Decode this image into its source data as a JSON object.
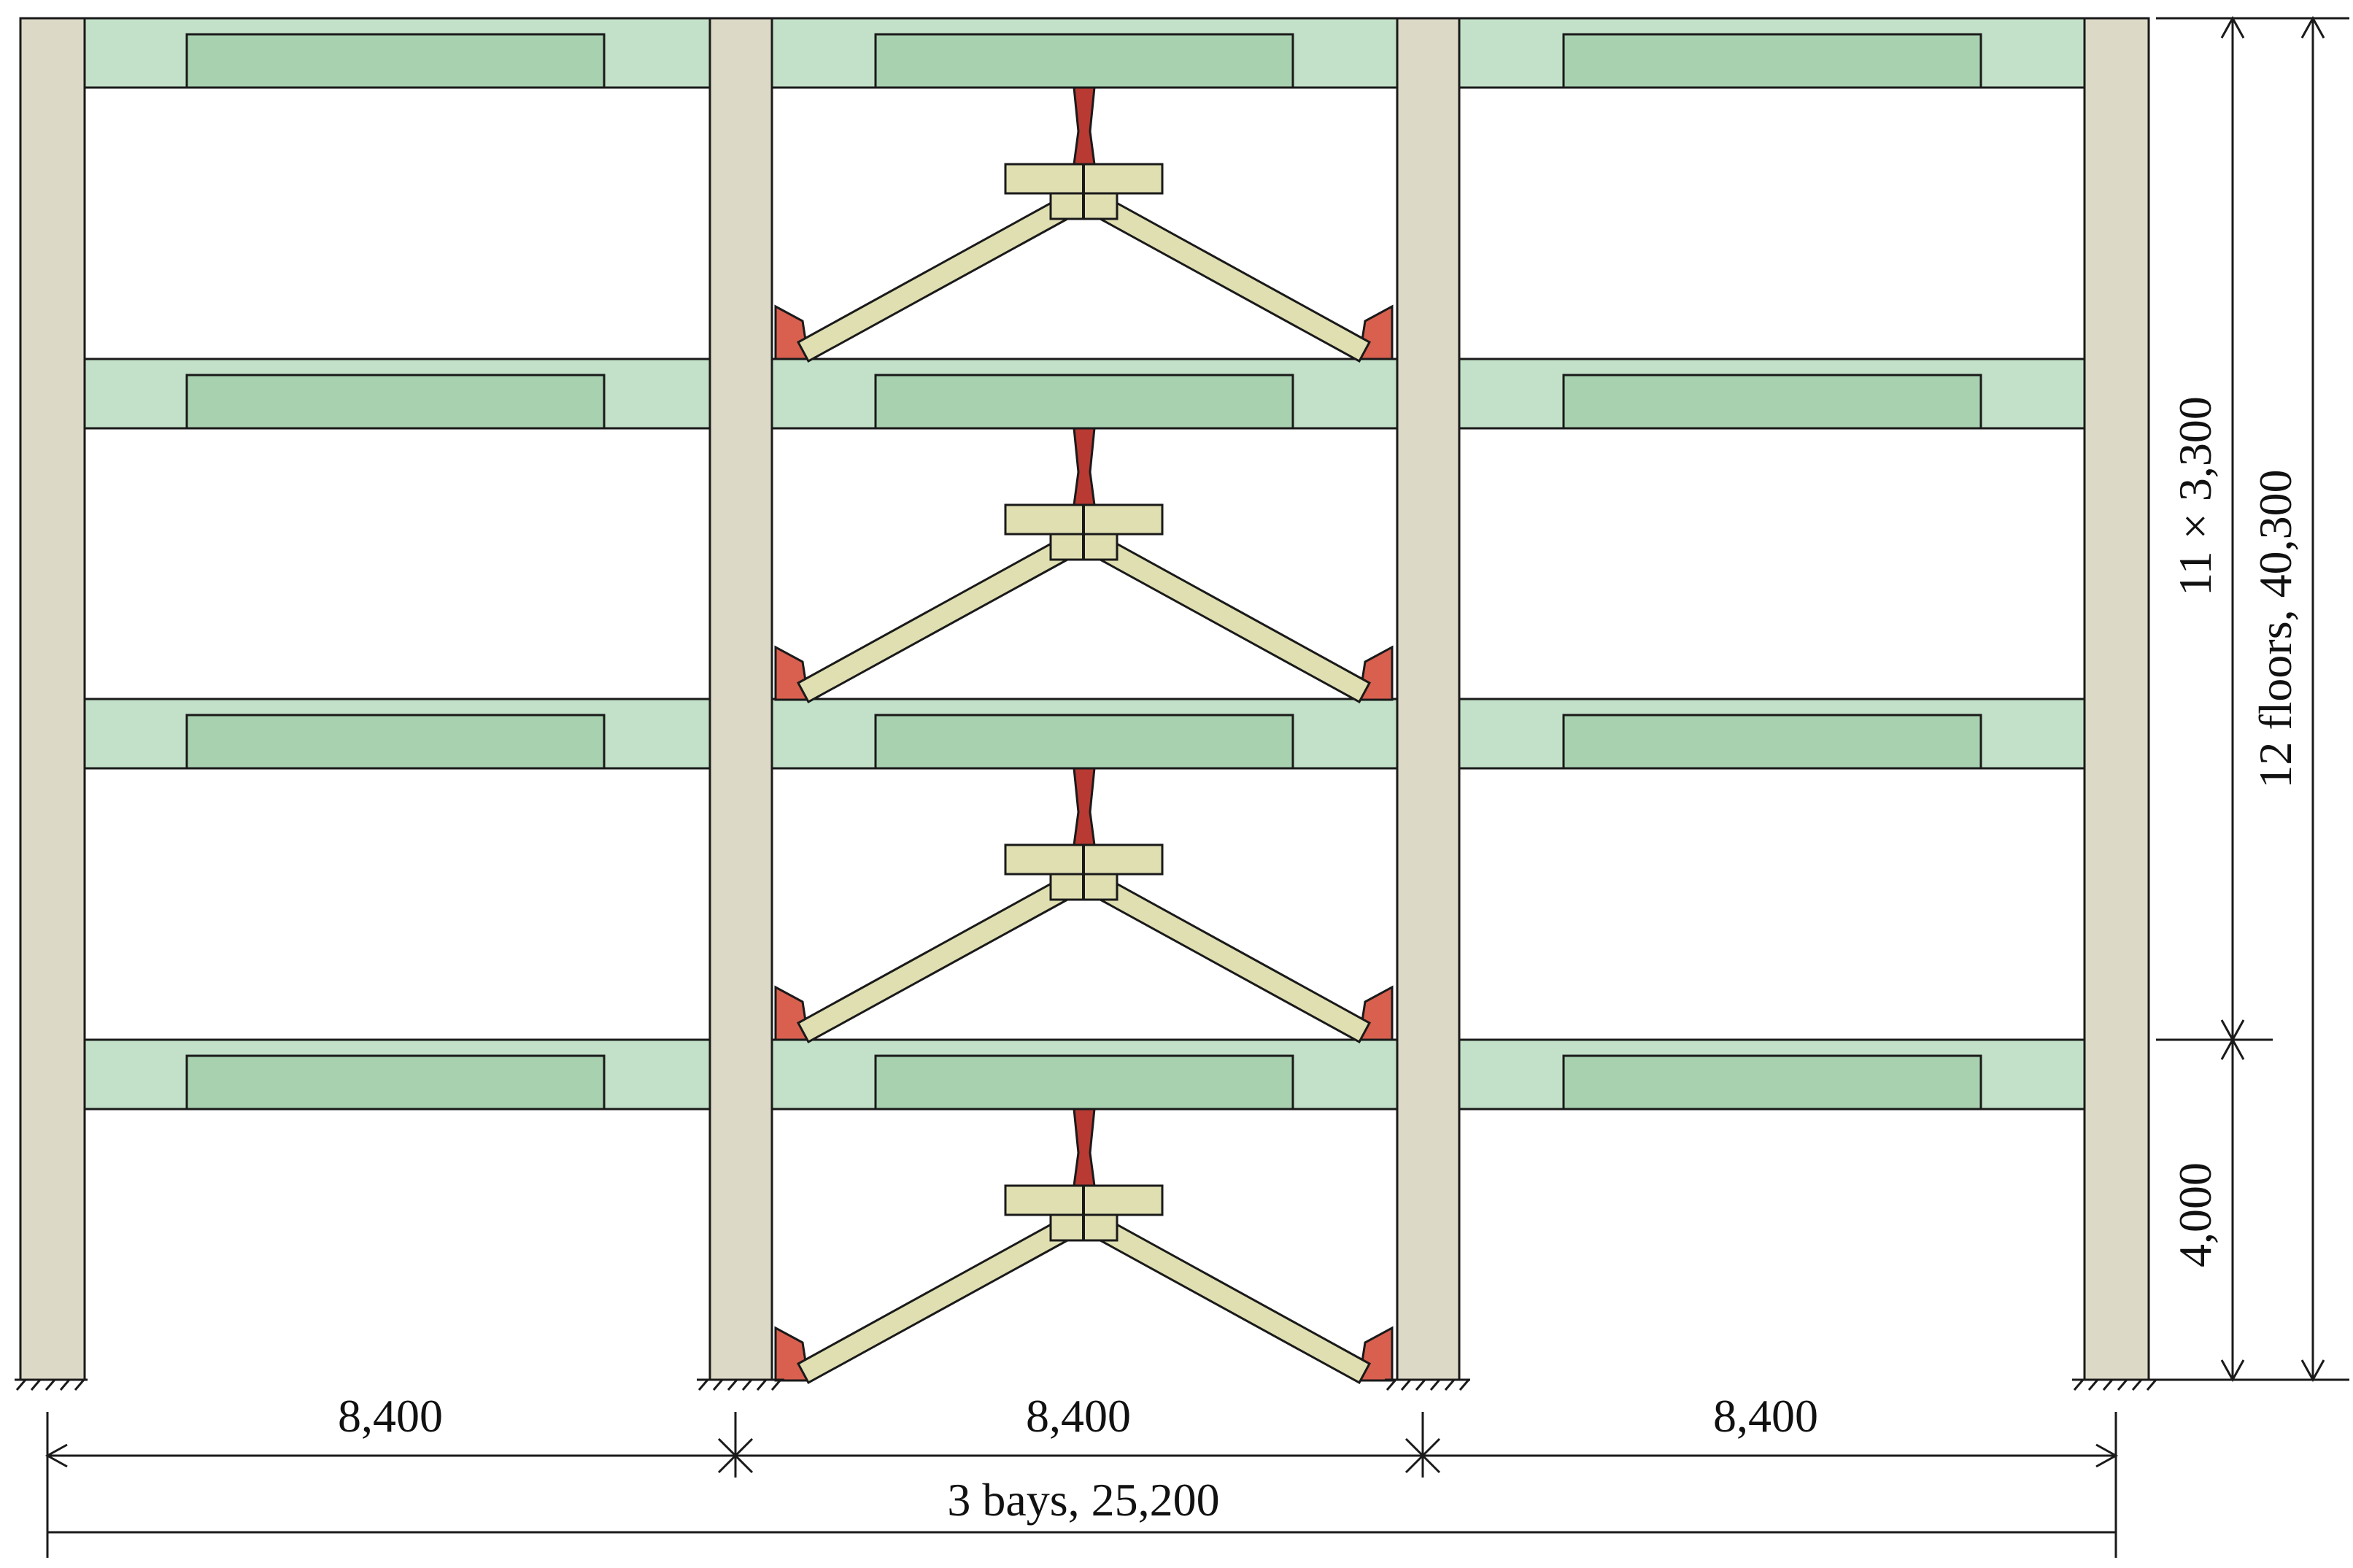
{
  "colors": {
    "column": "#dcd9c7",
    "beam": "#c3e1c9",
    "beam_inner": "#a8d1b0",
    "brace": "#e0dfb2",
    "gusset": "#d9604f",
    "damper": "#b83a33",
    "line": "#1a1a1a",
    "background": "#ffffff"
  },
  "dimensions": {
    "bay_1": "8,400",
    "bay_2": "8,400",
    "bay_3": "8,400",
    "total_width": "3 bays, 25,200",
    "upper_floors": "11 × 3,300",
    "total_height": "12 floors,  40,300",
    "first_floor": "4,000"
  }
}
